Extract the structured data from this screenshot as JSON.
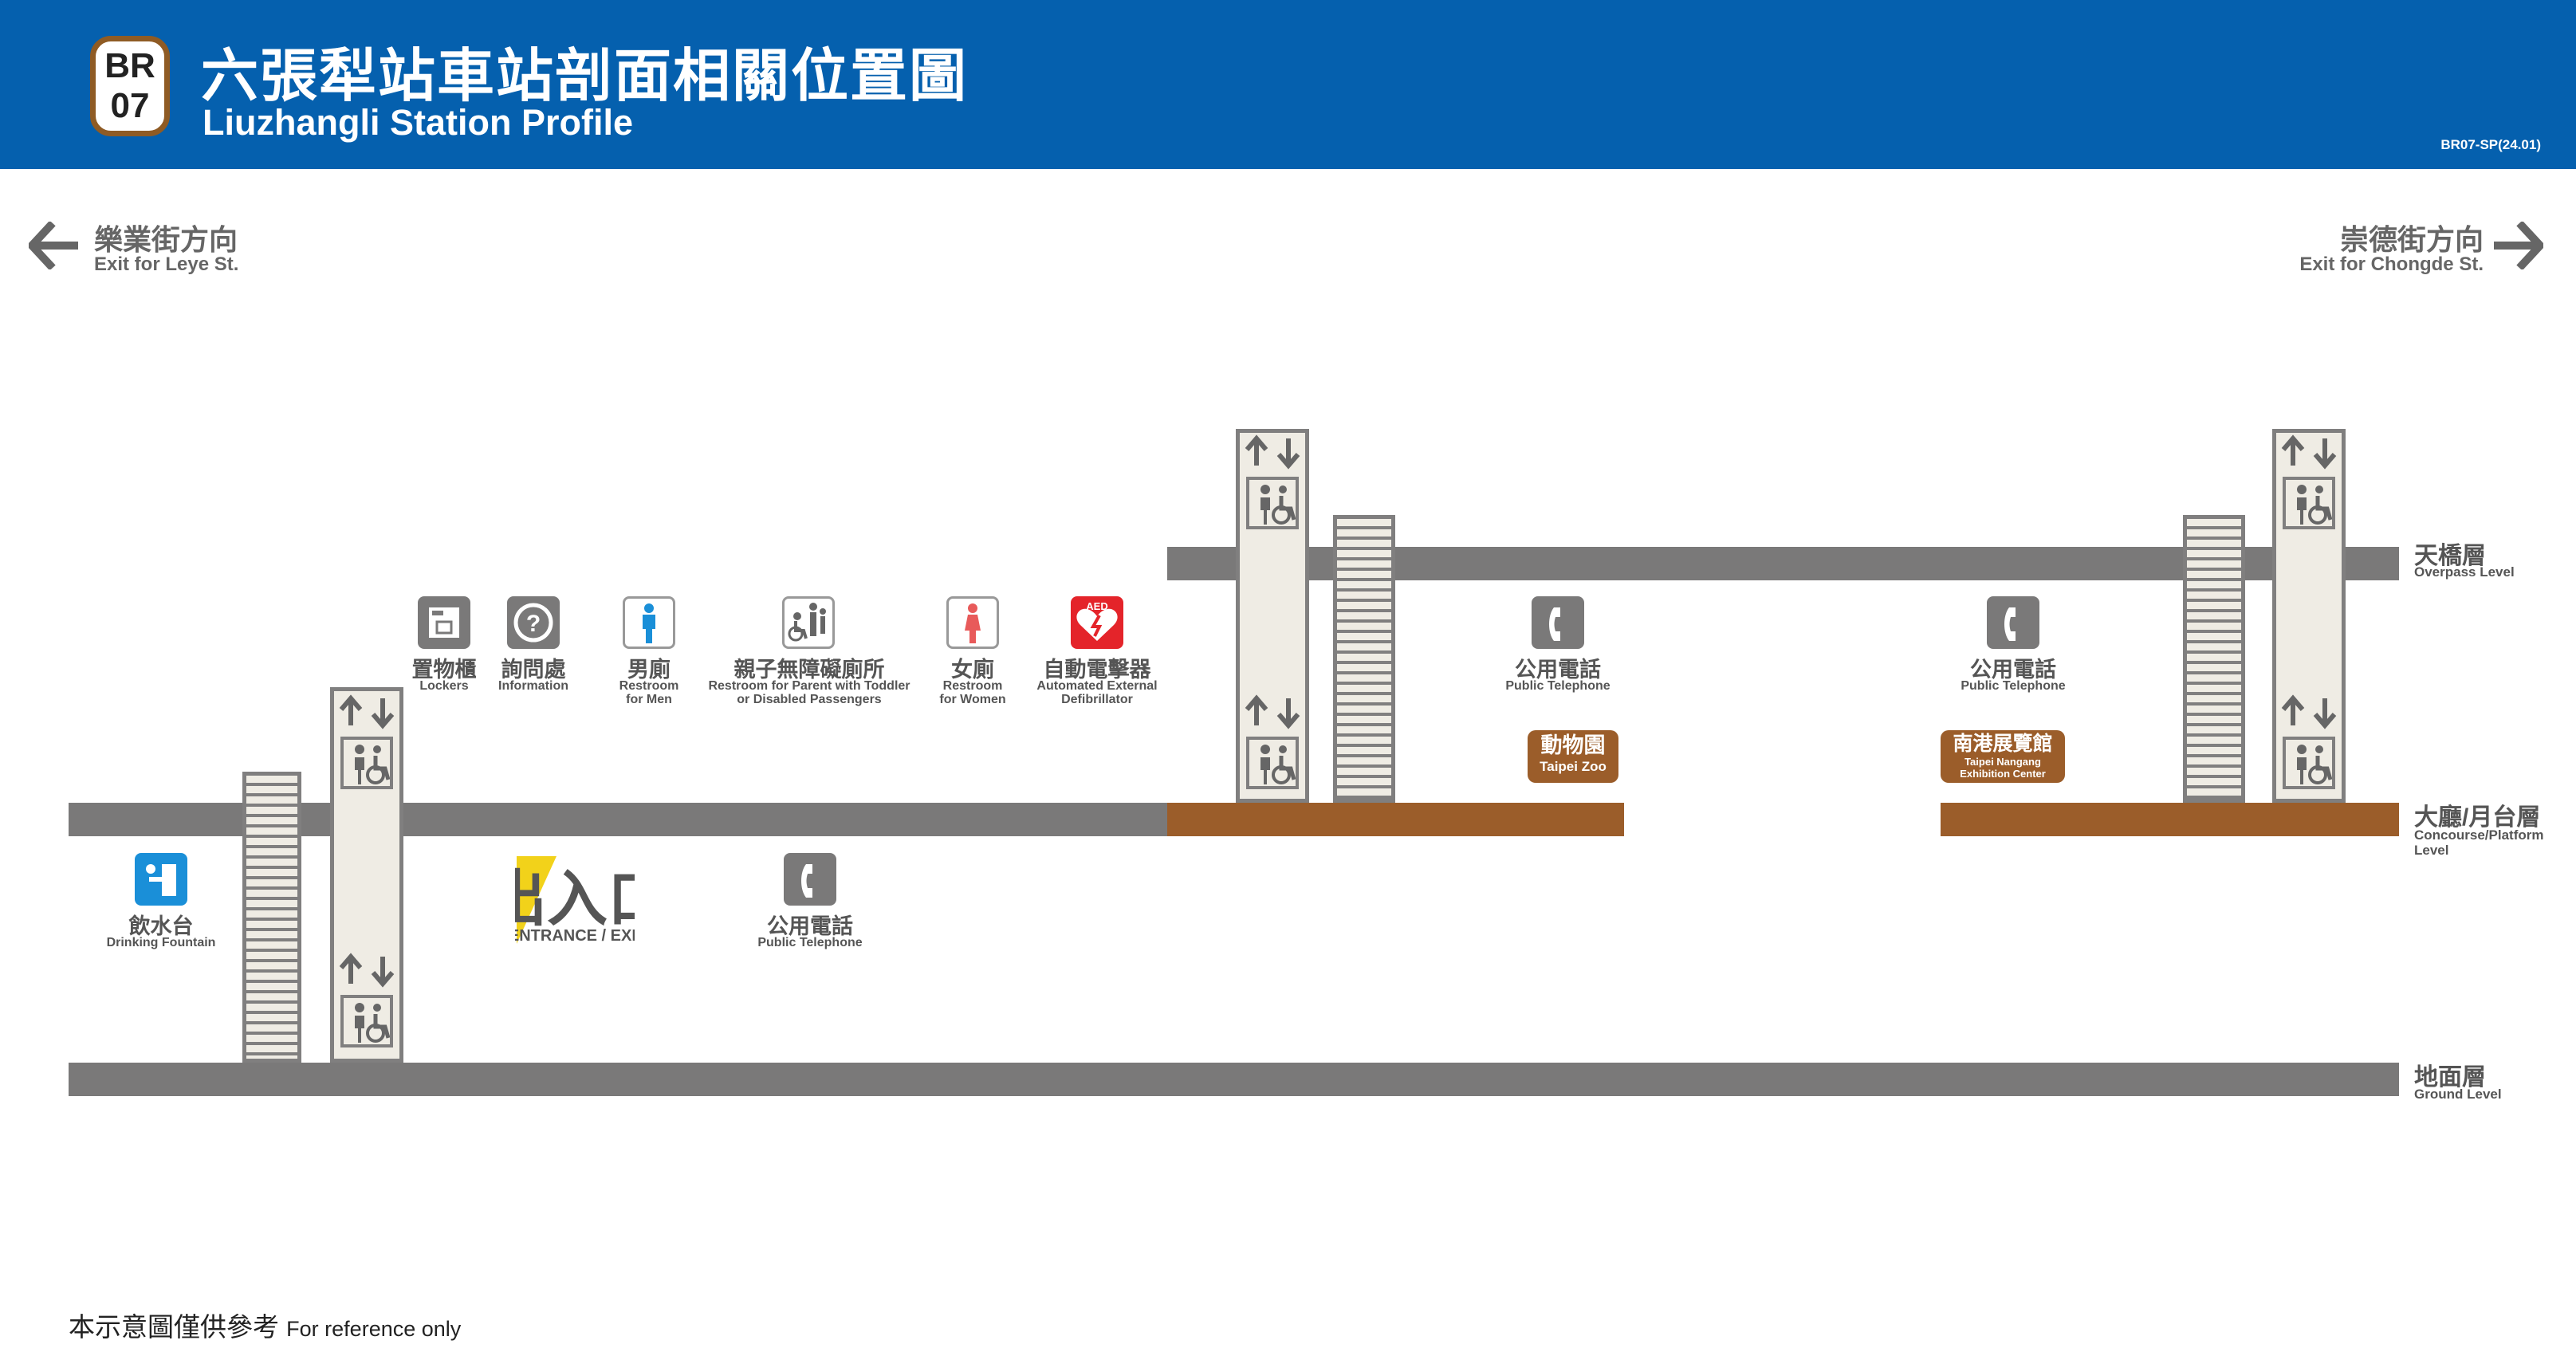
{
  "header": {
    "badge_line": "BR",
    "badge_number": "07",
    "title_zh": "六張犁站車站剖面相關位置圖",
    "title_en": "Liuzhangli Station Profile",
    "doc_code": "BR07-SP(24.01)"
  },
  "directions": {
    "left": {
      "zh": "樂業街方向",
      "en": "Exit for Leye St."
    },
    "right": {
      "zh": "崇德街方向",
      "en": "Exit for Chongde St."
    }
  },
  "levels": {
    "overpass": {
      "zh": "天橋層",
      "en": "Overpass Level"
    },
    "concourse": {
      "zh": "大廳/月台層",
      "en": "Concourse/Platform Level"
    },
    "ground": {
      "zh": "地面層",
      "en": "Ground Level"
    }
  },
  "facilities": {
    "lockers": {
      "zh": "置物櫃",
      "en": "Lockers"
    },
    "information": {
      "zh": "詢問處",
      "en": "Information"
    },
    "restroom_men": {
      "zh": "男廁",
      "en": "Restroom for Men"
    },
    "restroom_family": {
      "zh": "親子無障礙廁所",
      "en": "Restroom for Parent with Toddler or Disabled Passengers"
    },
    "restroom_women": {
      "zh": "女廁",
      "en": "Restroom for Women"
    },
    "aed": {
      "zh": "自動電擊器",
      "en": "Automated External Defibrillator",
      "icon_text": "AED"
    },
    "phone": {
      "zh": "公用電話",
      "en": "Public Telephone"
    },
    "fountain": {
      "zh": "飲水台",
      "en": "Drinking Fountain"
    },
    "entrance": {
      "zh": "出入口",
      "en": "ENTRANCE / EXIT"
    }
  },
  "platform_tags": {
    "zoo": {
      "zh": "動物園",
      "en": "Taipei Zoo"
    },
    "nangang": {
      "zh": "南港展覽館",
      "en": "Taipei Nangang Exhibition Center"
    }
  },
  "footer": {
    "note_zh": "本示意圖僅供參考",
    "note_en": "For reference only"
  },
  "colors": {
    "header_blue": "#0560ae",
    "floor_gray": "#7a7979",
    "platform_brown": "#9b5d2a",
    "aed_red": "#e4242a",
    "men_blue": "#1a8fd8",
    "women_red": "#e85a5a",
    "fountain_blue": "#1a8fd8",
    "entrance_yellow": "#f2d21a"
  }
}
